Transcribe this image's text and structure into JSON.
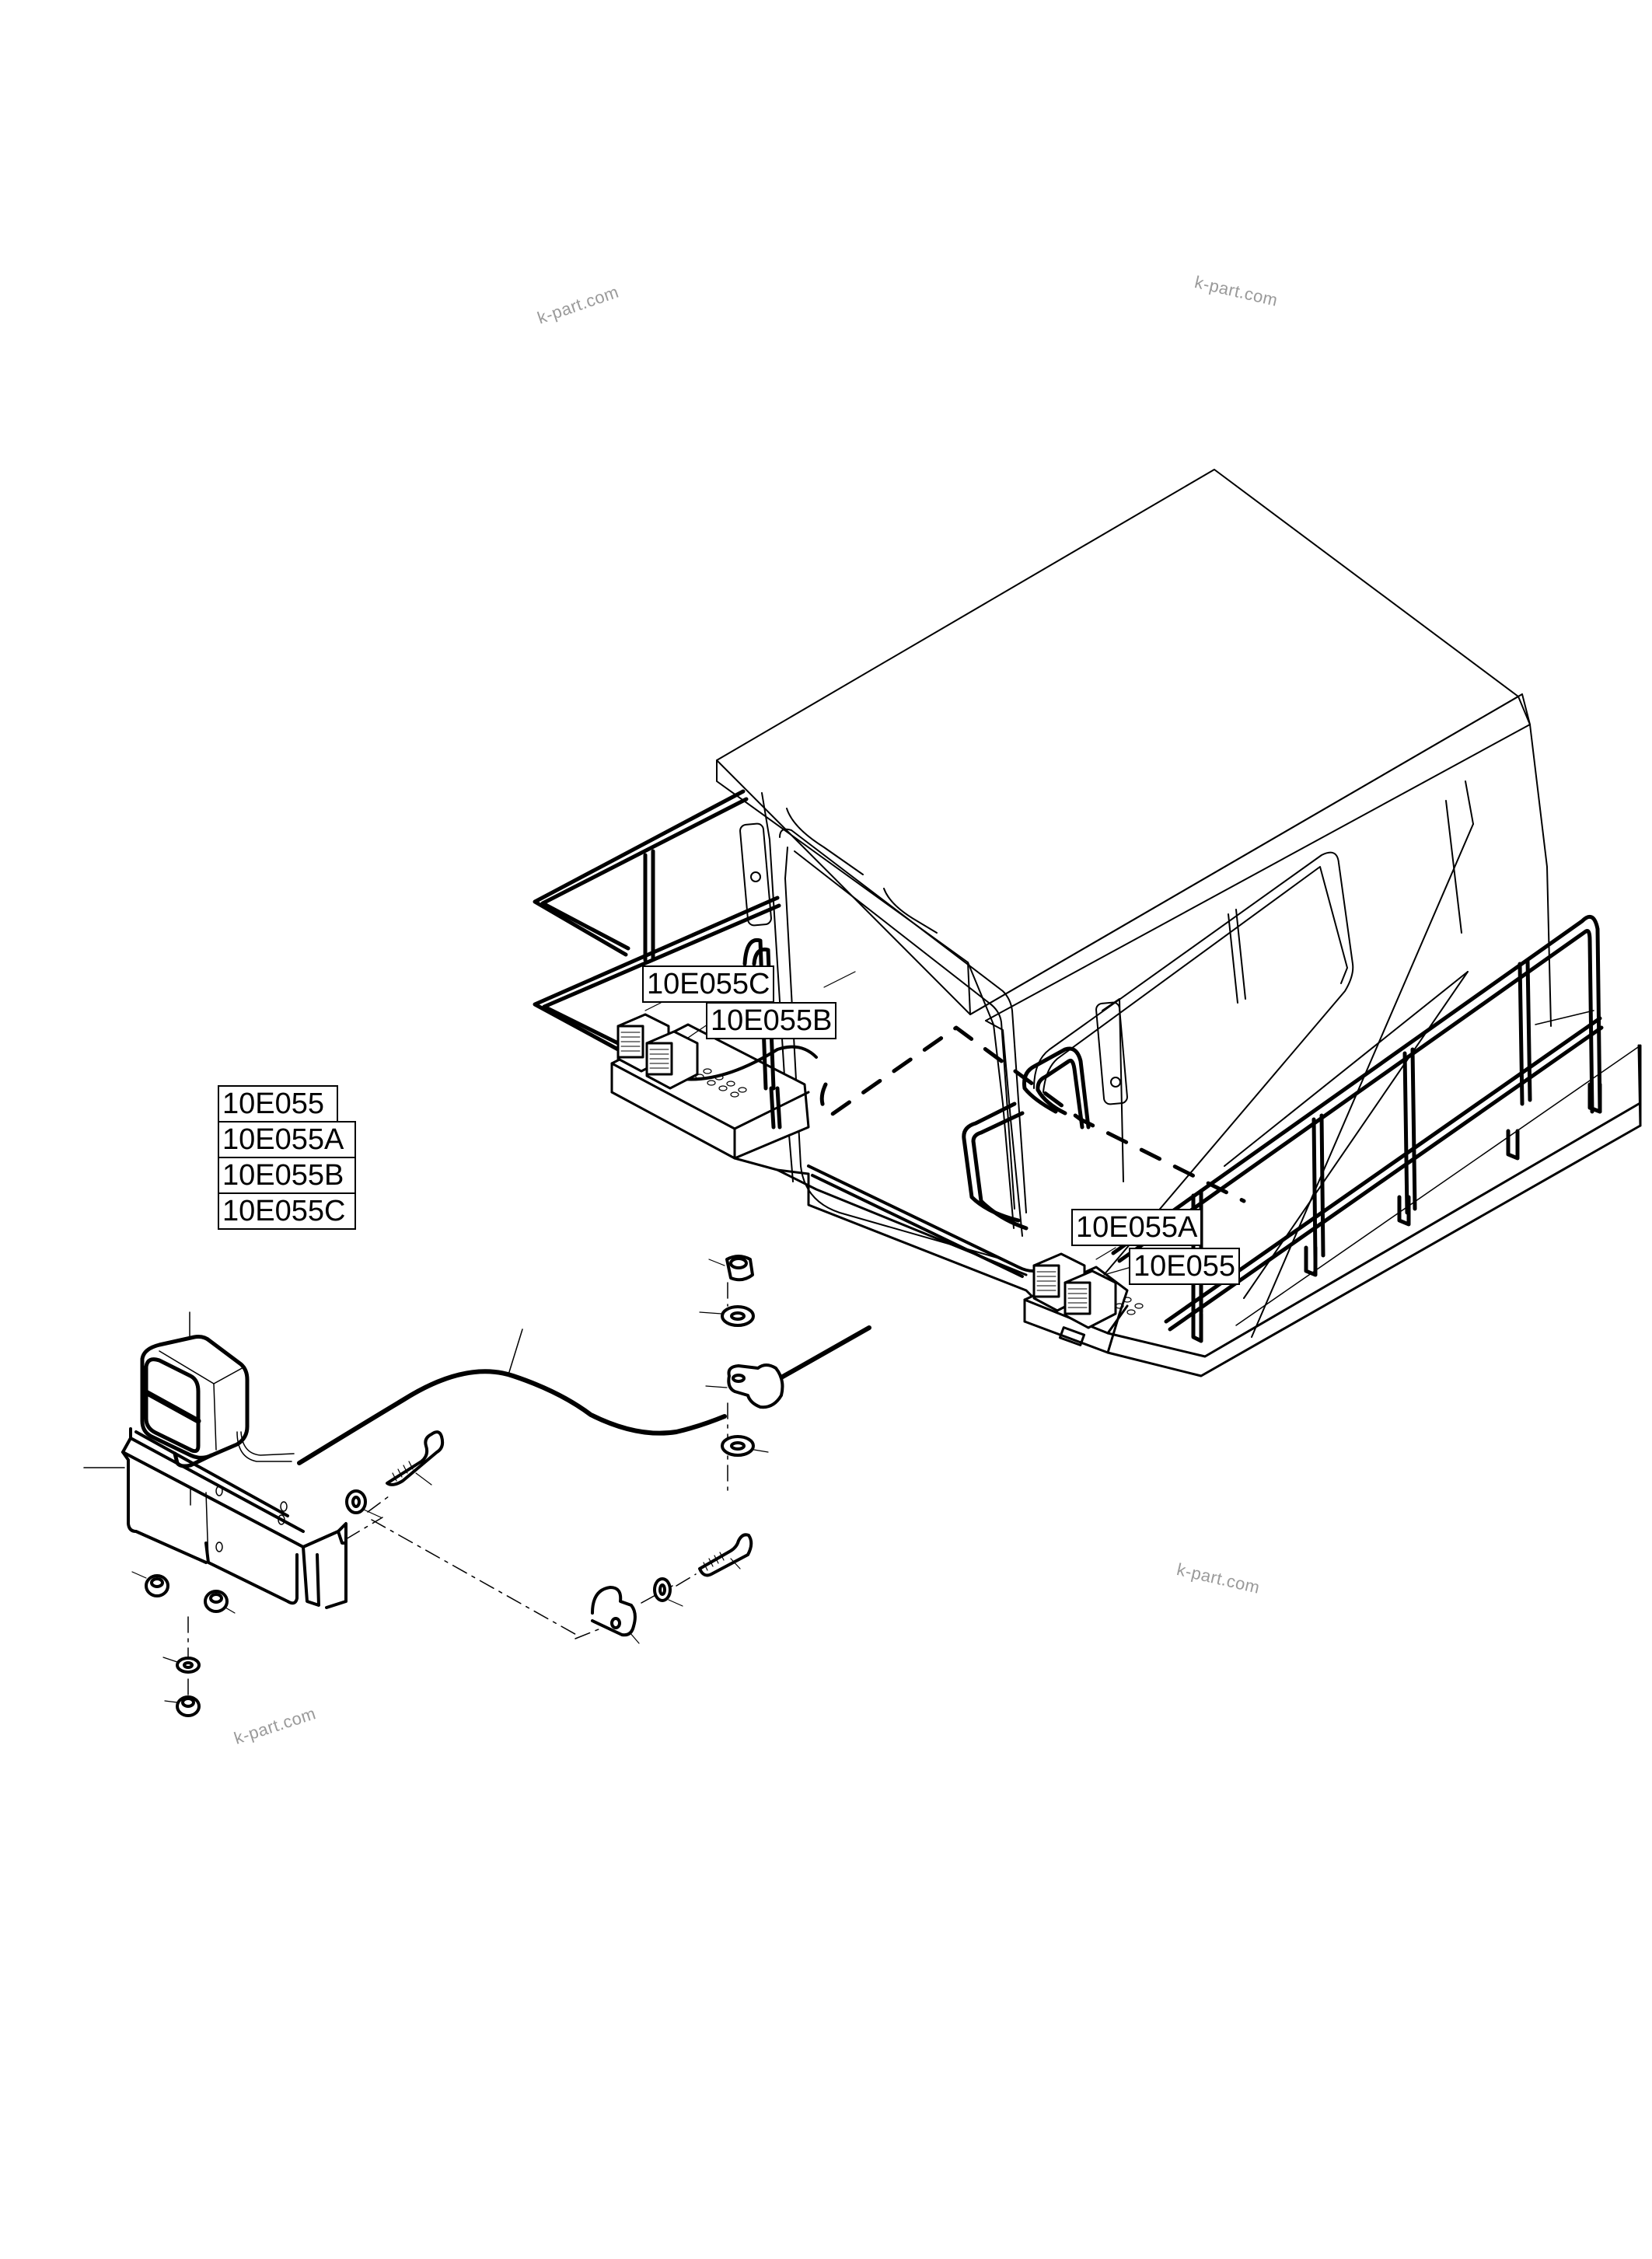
{
  "diagram": {
    "type": "exploded-parts-diagram",
    "subject": "Cab work lights installation with handrails, mounting bracket, cable and fasteners",
    "legend_labels": [
      "10E055",
      "10E055A",
      "10E055B",
      "10E055C"
    ],
    "callouts": {
      "c": "10E055C",
      "b": "10E055B",
      "a": "10E055A",
      "base": "10E055"
    },
    "watermarks": [
      "k-part.com",
      "k-part.com",
      "k-part.com",
      "k-part.com"
    ],
    "colors": {
      "background": "#ffffff",
      "line": "#000000",
      "watermark": "#9a9a9a"
    }
  }
}
